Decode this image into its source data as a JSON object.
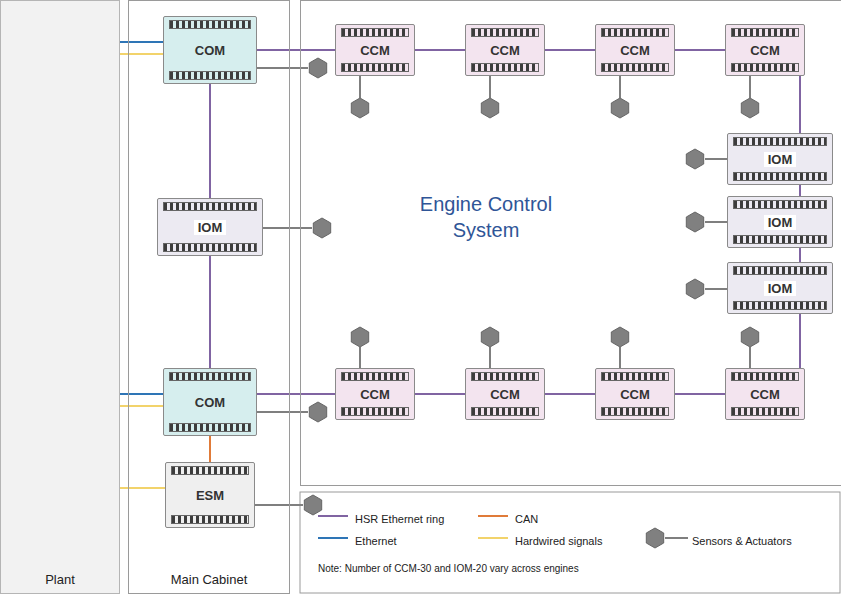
{
  "diagram": {
    "nodes": [
      {
        "text": [
          "Plant"
        ]
      },
      {
        "text": [
          "Main Cabinet"
        ]
      },
      {
        "text": [
          "Engine Control System"
        ]
      },
      {
        "text": [
          "COM"
        ],
        "in": 1
      },
      {
        "text": [
          "IOM"
        ],
        "in": 1
      },
      {
        "text": [
          "COM"
        ],
        "in": 1
      },
      {
        "text": [
          "ESM"
        ],
        "in": 1
      },
      {
        "text": [
          "CCM"
        ],
        "in": 2
      },
      {
        "text": [
          "CCM"
        ],
        "in": 2
      },
      {
        "text": [
          "CCM"
        ],
        "in": 2
      },
      {
        "text": [
          "CCM"
        ],
        "in": 2
      },
      {
        "text": [
          "IOM"
        ],
        "in": 2
      },
      {
        "text": [
          "IOM"
        ],
        "in": 2
      },
      {
        "text": [
          "IOM"
        ],
        "in": 2
      },
      {
        "text": [
          "CCM"
        ],
        "in": 2
      },
      {
        "text": [
          "CCM"
        ],
        "in": 2
      },
      {
        "text": [
          "CCM"
        ],
        "in": 2
      },
      {
        "text": [
          "CCM"
        ],
        "in": 2
      }
    ],
    "edges": [
      {
        "from": 3,
        "to": 7,
        "arrow": "none"
      },
      {
        "from": 7,
        "to": 8,
        "arrow": "none"
      },
      {
        "from": 8,
        "to": 9,
        "arrow": "none"
      },
      {
        "from": 9,
        "to": 10,
        "arrow": "none"
      },
      {
        "from": 10,
        "to": 11,
        "arrow": "none"
      },
      {
        "from": 11,
        "to": 12,
        "arrow": "none"
      },
      {
        "from": 12,
        "to": 13,
        "arrow": "none"
      },
      {
        "from": 13,
        "to": 17,
        "arrow": "none"
      },
      {
        "from": 17,
        "to": 16,
        "arrow": "none"
      },
      {
        "from": 16,
        "to": 15,
        "arrow": "none"
      },
      {
        "from": 15,
        "to": 14,
        "arrow": "none"
      },
      {
        "from": 14,
        "to": 5,
        "arrow": "none"
      },
      {
        "from": 5,
        "to": 4,
        "arrow": "none"
      },
      {
        "from": 4,
        "to": 3,
        "arrow": "none"
      },
      {
        "from": 5,
        "to": 6,
        "arrow": "none"
      },
      {
        "from": 0,
        "to": 3,
        "arrow": "none"
      },
      {
        "from": 0,
        "to": 3,
        "arrow": "none"
      },
      {
        "from": 0,
        "to": 5,
        "arrow": "none"
      },
      {
        "from": 0,
        "to": 5,
        "arrow": "none"
      },
      {
        "from": 0,
        "to": 6,
        "arrow": "none"
      }
    ],
    "labels": [
      "Note: Number of CCM-30 and IOM-20 vary across engines"
    ],
    "legend": [
      {
        "text": "HSR Ethernet ring"
      },
      {
        "text": "CAN"
      },
      {
        "text": "Ethernet"
      },
      {
        "text": "Hardwired signals"
      },
      {
        "text": "Sensors & Actuators"
      }
    ]
  }
}
